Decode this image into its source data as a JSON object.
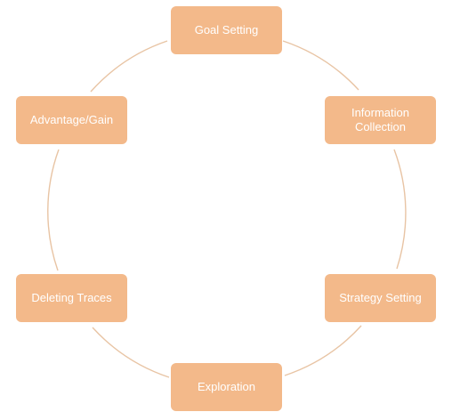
{
  "colors": {
    "node_fill": "#f3b98a",
    "node_text": "#ffffff",
    "connector": "#e8c4a4"
  },
  "nodes": [
    {
      "id": "goal-setting",
      "label": "Goal Setting"
    },
    {
      "id": "information-collection",
      "label": "Information\nCollection"
    },
    {
      "id": "strategy-setting",
      "label": "Strategy Setting"
    },
    {
      "id": "exploration",
      "label": "Exploration"
    },
    {
      "id": "deleting-traces",
      "label": "Deleting Traces"
    },
    {
      "id": "advantage-gain",
      "label": "Advantage/Gain"
    }
  ]
}
